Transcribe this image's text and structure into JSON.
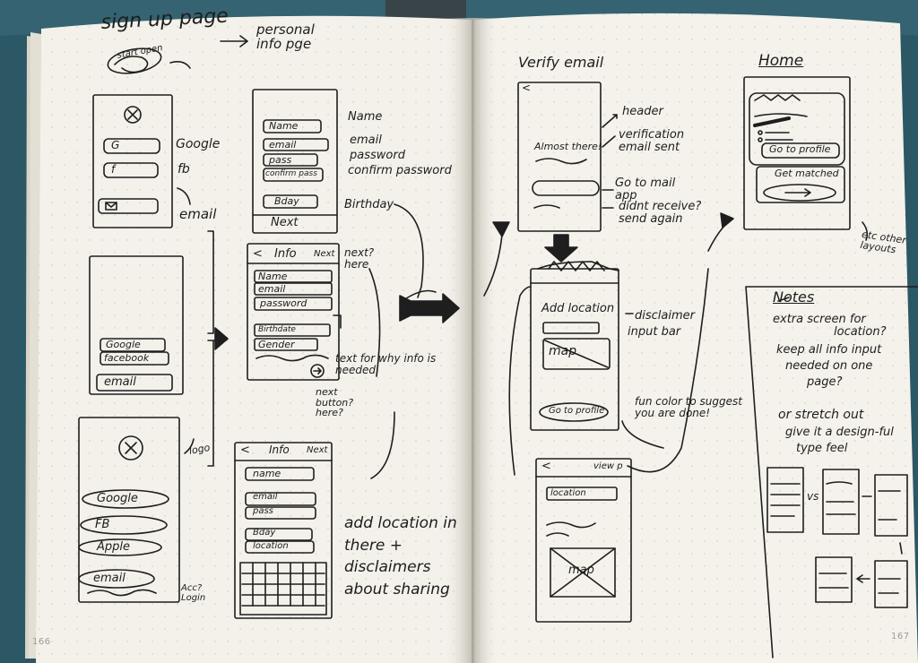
{
  "notebook": {
    "left_page": {
      "page_number": "166",
      "title": "sign up page",
      "circled_note": "start open",
      "arrow_target": "personal info pge",
      "screen1": {
        "buttons": [
          "G",
          "f"
        ],
        "annotations": [
          "Google",
          "fb",
          "email"
        ]
      },
      "screen2": {
        "buttons": [
          "Google",
          "facebook",
          "email"
        ]
      },
      "screen3": {
        "buttons": [
          "Google",
          "FB",
          "Apple",
          "email"
        ],
        "annotations": [
          "logo",
          "Acc? Login"
        ]
      },
      "form1": {
        "fields": [
          "Name",
          "email",
          "pass",
          "confirm pass",
          "Bday"
        ],
        "next_label": "Next",
        "annotations": [
          "Name",
          "email",
          "password",
          "confirm password",
          "Birthday"
        ]
      },
      "form2": {
        "header_back": "<",
        "header_title": "Info",
        "header_next": "Next",
        "fields": [
          "Name",
          "email",
          "password",
          "Birthdate",
          "Gender"
        ],
        "annotations": [
          "next? here",
          "text for why info is needed",
          "next button? here?"
        ]
      },
      "form3": {
        "header_back": "<",
        "header_title": "Info",
        "header_next": "Next",
        "fields": [
          "name",
          "email",
          "pass",
          "Bday",
          "location"
        ],
        "annotations": [
          "add location in there + disclaimers about sharing"
        ]
      }
    },
    "right_page": {
      "page_number": "167",
      "verify": {
        "title": "Verify email",
        "screen_text": "Almost there!",
        "annotations": [
          "header",
          "verification email sent",
          "Go to mail app",
          "didnt receive? send again"
        ]
      },
      "home": {
        "title": "Home",
        "buttons": [
          "Go to profile",
          "Get matched"
        ],
        "annotations": [
          "etc other layouts"
        ]
      },
      "location": {
        "title": "Add location",
        "map_label": "map",
        "button": "Go to profile",
        "annotations": [
          "disclaimer",
          "input bar",
          "fun color to suggest you are done!"
        ]
      },
      "location2": {
        "header_back": "<",
        "header_next": "view p",
        "input": "location",
        "map_label": "map"
      },
      "notes": {
        "title": "Notes",
        "lines": [
          "extra screen for",
          "location?",
          "keep all info input",
          "needed on one",
          "page?",
          "or stretch out",
          "give it a design-ful",
          "type feel"
        ],
        "vs": "vs"
      }
    }
  }
}
